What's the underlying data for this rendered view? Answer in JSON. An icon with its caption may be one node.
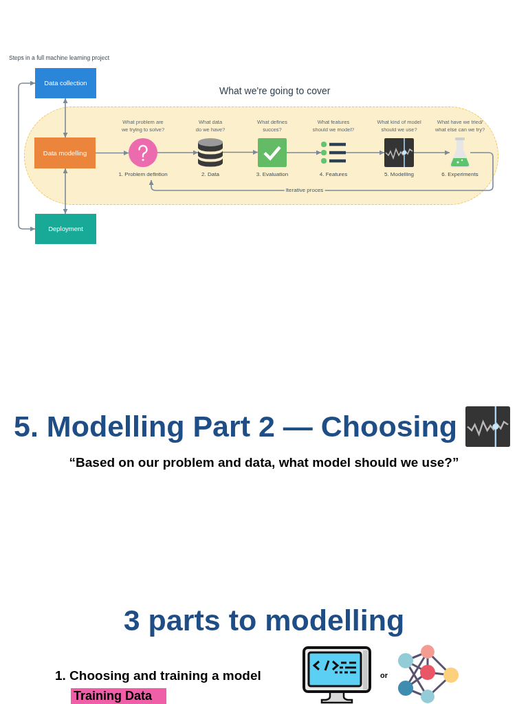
{
  "diagram": {
    "title": "Steps in a full machine learning project",
    "nodes": [
      {
        "text": [
          "Data collection"
        ]
      },
      {
        "text": [
          "What we're going to cover"
        ]
      },
      {
        "text": [
          "Data modelling"
        ],
        "in": 1
      },
      {
        "text": [],
        "shape": "circle",
        "in": 1,
        "beside": [
          "What problem are we trying to solve?",
          "1. Problem defintion"
        ]
      },
      {
        "text": [],
        "shape": "cylinder",
        "in": 1,
        "beside": [
          "What data do we have?",
          "2. Data"
        ]
      },
      {
        "text": [],
        "shape": "box",
        "in": 1,
        "beside": [
          "What defines succes?",
          "3. Evaluation"
        ]
      },
      {
        "text": [],
        "shape": "picture",
        "in": 1,
        "beside": [
          "What features should we model?",
          "4. Features"
        ]
      },
      {
        "text": [],
        "shape": "picture",
        "in": 1,
        "beside": [
          "What kind of model should we use?",
          "5. Modelling"
        ]
      },
      {
        "text": [],
        "shape": "picture",
        "in": 1,
        "beside": [
          "What have we tried/ what else can we try?",
          "6. Experiments"
        ]
      },
      {
        "text": [
          "Deployment"
        ]
      },
      {
        "text": [
          "Training Data"
        ]
      }
    ],
    "edges": [
      {
        "from": 0,
        "to": 2,
        "arrow": "both"
      },
      {
        "from": 2,
        "to": 9,
        "arrow": "both"
      },
      {
        "from": 9,
        "to": 0,
        "arrow": "both"
      },
      {
        "from": 2,
        "to": 3,
        "arrow": "to"
      },
      {
        "from": 3,
        "to": 4,
        "arrow": "to"
      },
      {
        "from": 4,
        "to": 5,
        "arrow": "to"
      },
      {
        "from": 5,
        "to": 6,
        "arrow": "to"
      },
      {
        "from": 6,
        "to": 7,
        "arrow": "to"
      },
      {
        "from": 7,
        "to": 8,
        "arrow": "to"
      },
      {
        "from": 8,
        "to": 3,
        "arrow": "to",
        "label": "Iterative proces"
      }
    ],
    "labels": [
      "5. Modelling Part 2 — Choosing",
      "“Based on our problem and data, what model should we use?”",
      "3 parts to modelling",
      "1. Choosing and training a model",
      "or"
    ]
  }
}
